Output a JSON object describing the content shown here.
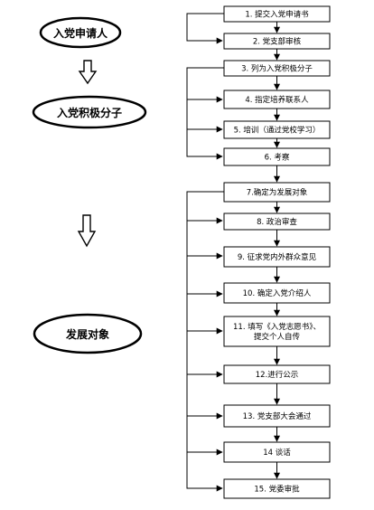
{
  "stages": [
    "入党申请人",
    "入党积极分子",
    "发展对象"
  ],
  "steps": [
    [
      "1. 提交入党申请书"
    ],
    [
      "2. 党支部审核"
    ],
    [
      "3. 列为入党积极分子"
    ],
    [
      "4. 指定培养联系人"
    ],
    [
      "5. 培训（通过党校学习）"
    ],
    [
      "6. 考察"
    ],
    [
      "7.确定为发展对象"
    ],
    [
      "8. 政治审查"
    ],
    [
      "9. 征求党内外群众意见"
    ],
    [
      "10. 确定入党介绍人"
    ],
    [
      "11. 填写《入党志愿书》、",
      "提交个人自传"
    ],
    [
      "12.进行公示"
    ],
    [
      "13. 党支部大会通过"
    ],
    [
      "14 谈话"
    ],
    [
      "15. 党委审批"
    ]
  ]
}
